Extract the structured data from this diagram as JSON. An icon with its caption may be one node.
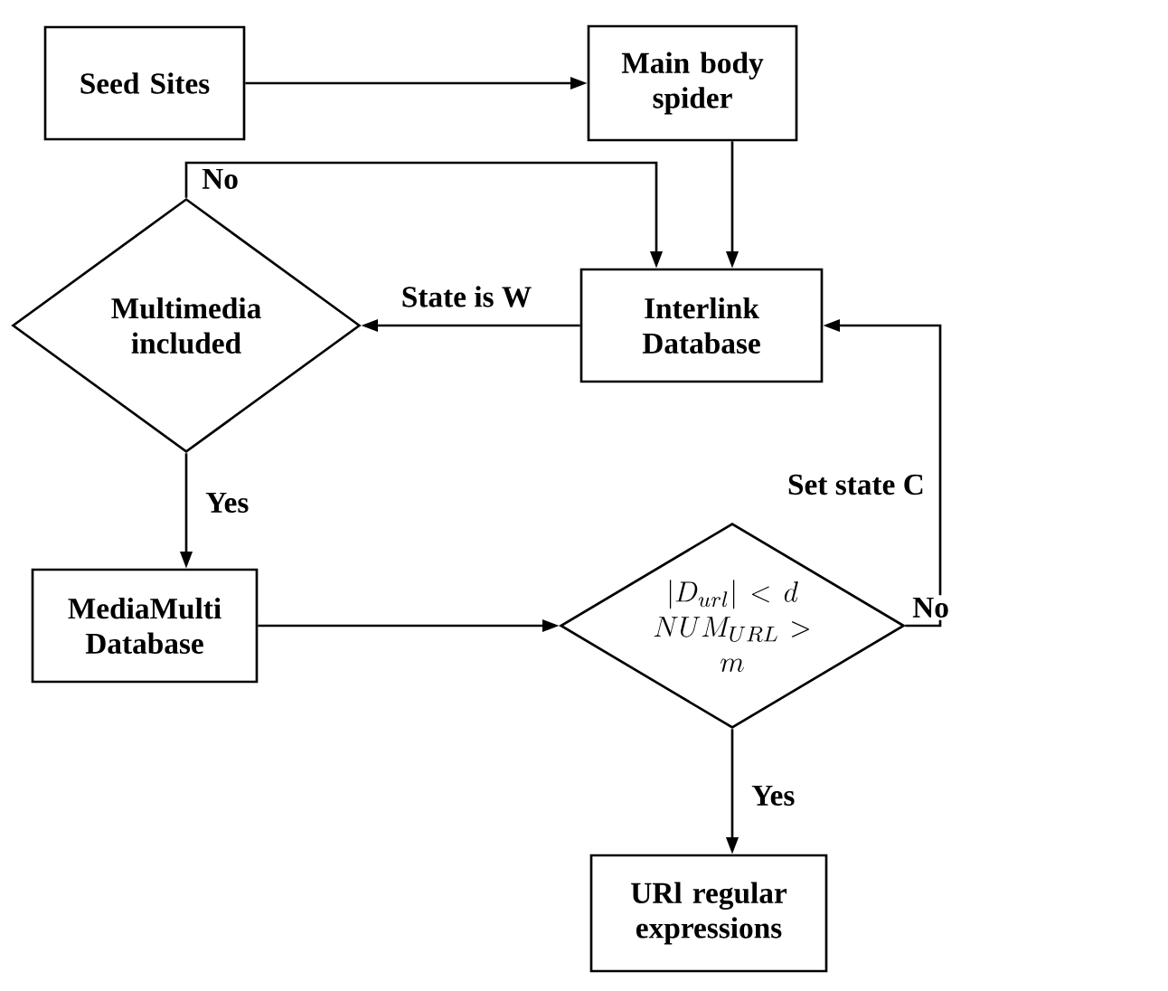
{
  "diagram": {
    "nodes": [
      {
        "text": [
          "Seed Sites"
        ]
      },
      {
        "text": [
          "Main body spider"
        ]
      },
      {
        "text": [
          "Multimedia included"
        ]
      },
      {
        "text": [
          "Interlink Database"
        ]
      },
      {
        "text": [
          "MediaMulti Database"
        ]
      },
      {
        "text": [
          "\\left|D_{url}\\right| < d",
          "NUM_{URL} > m"
        ]
      },
      {
        "text": [
          "URl regular expressions"
        ]
      }
    ],
    "edges": [
      {
        "from": 0,
        "to": 1,
        "arrow": "to"
      },
      {
        "from": 1,
        "to": 3,
        "arrow": "to"
      },
      {
        "from": 2,
        "to": 3,
        "arrow": "to",
        "label": "No"
      },
      {
        "from": 3,
        "to": 2,
        "arrow": "to",
        "label": "State is W"
      },
      {
        "from": 2,
        "to": 4,
        "arrow": "to",
        "label": "Yes"
      },
      {
        "from": 4,
        "to": 5,
        "arrow": "to"
      },
      {
        "from": 5,
        "to": 3,
        "arrow": "to",
        "label": "No"
      },
      {
        "from": 5,
        "to": 6,
        "arrow": "to",
        "label": "Yes"
      }
    ],
    "labels": [
      "Set state C"
    ]
  }
}
